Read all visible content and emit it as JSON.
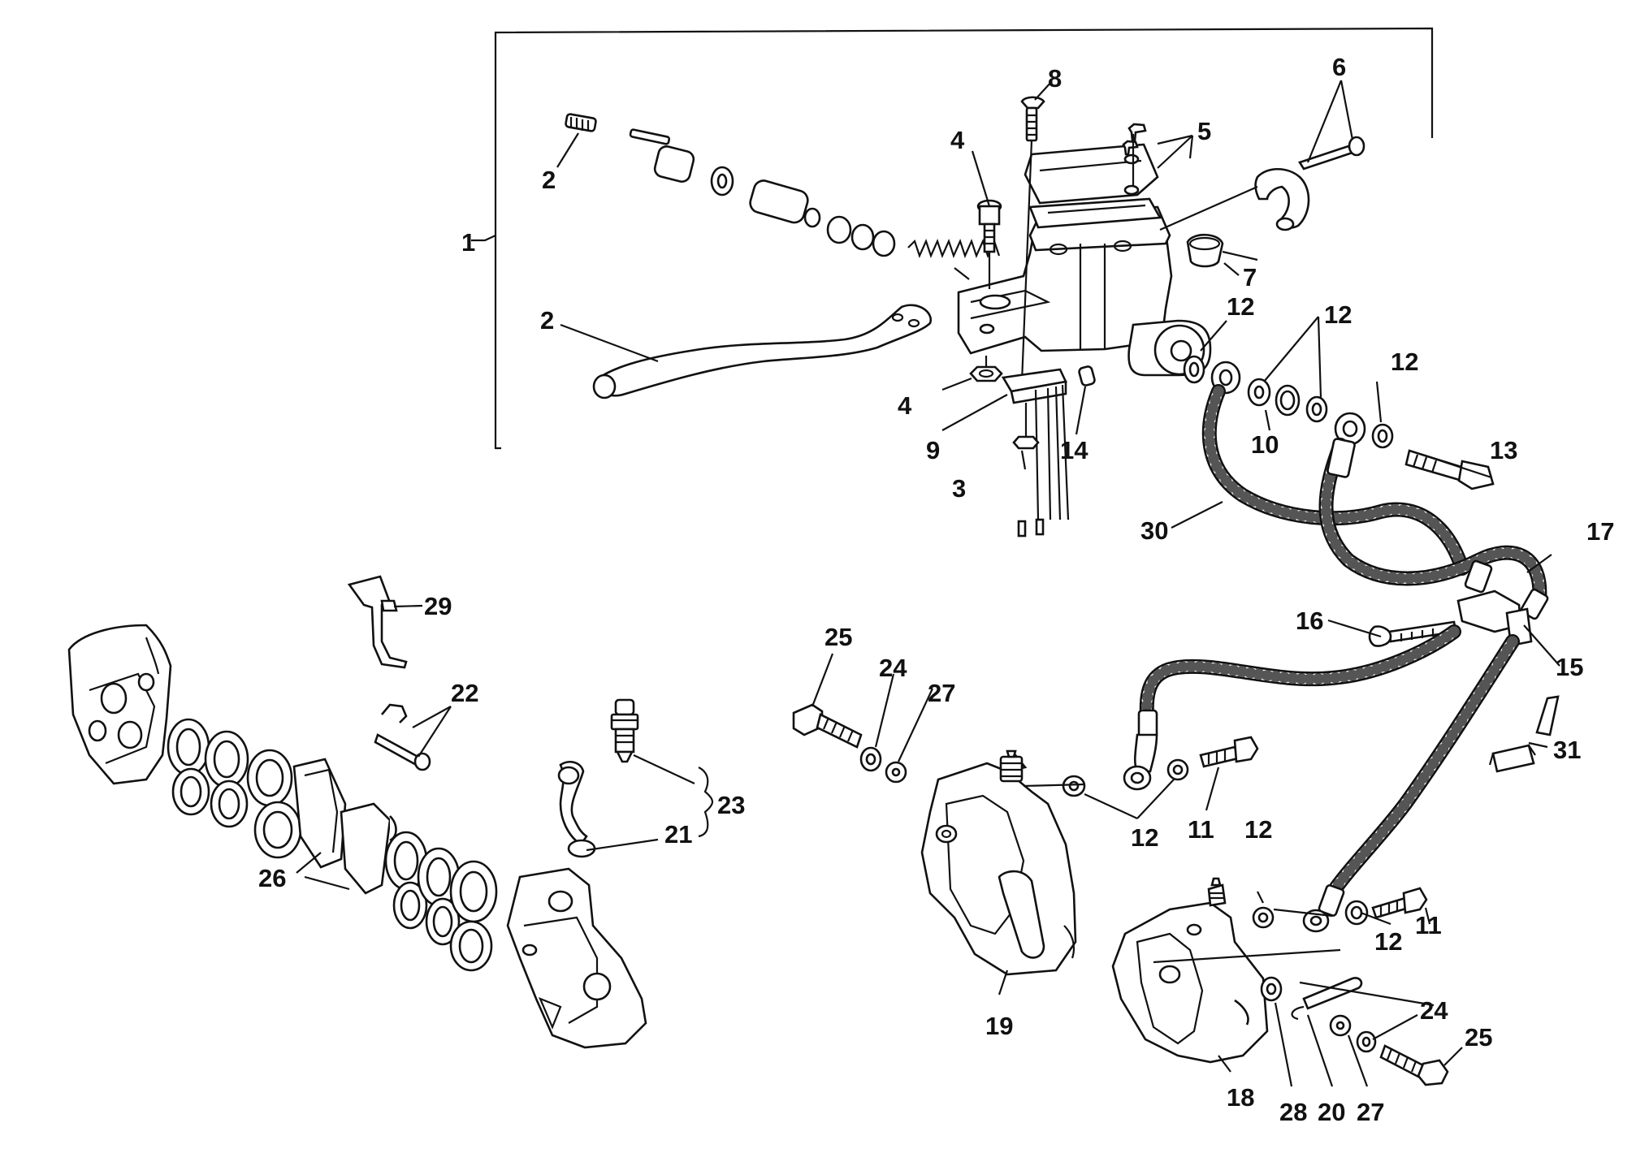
{
  "labels": {
    "l1": "1",
    "l2a": "2",
    "l2b": "2",
    "l3": "3",
    "l4a": "4",
    "l4b": "4",
    "l5": "5",
    "l6": "6",
    "l7": "7",
    "l8": "8",
    "l9": "9",
    "l10": "10",
    "l11a": "11",
    "l11b": "11",
    "l12a": "12",
    "l12b": "12",
    "l12c": "12",
    "l12d": "12",
    "l12e": "12",
    "l12f": "12",
    "l13": "13",
    "l14": "14",
    "l15": "15",
    "l16": "16",
    "l17": "17",
    "l18": "18",
    "l19": "19",
    "l20": "20",
    "l21": "21",
    "l22": "22",
    "l23": "23",
    "l24a": "24",
    "l24b": "24",
    "l25a": "25",
    "l25b": "25",
    "l26": "26",
    "l27a": "27",
    "l27b": "27",
    "l28": "28",
    "l29": "29",
    "l30": "30",
    "l31": "31"
  }
}
